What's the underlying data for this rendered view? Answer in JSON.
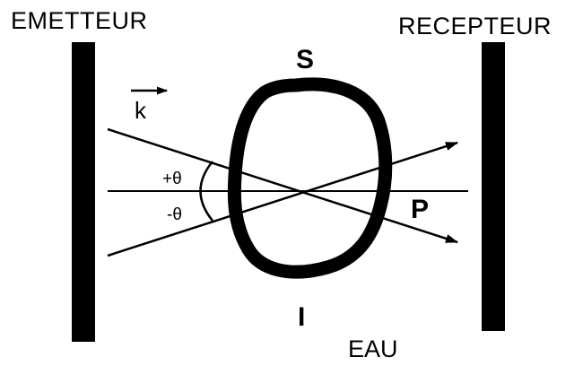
{
  "labels": {
    "emitter": "EMETTEUR",
    "receiver": "RECEPTEUR",
    "top_point": "S",
    "bottom_point": "I",
    "right_point": "P",
    "wave_vector": "k",
    "plus_theta": "+θ",
    "minus_theta": "-θ",
    "medium": "EAU"
  },
  "colors": {
    "ink": "#000000",
    "background": "#ffffff"
  }
}
